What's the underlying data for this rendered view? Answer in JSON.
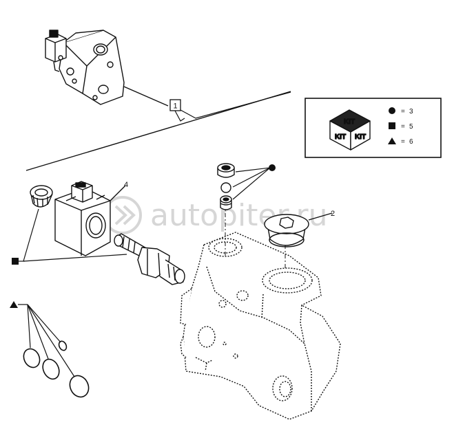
{
  "callouts": {
    "ref_1": "1",
    "ref_2": "2",
    "ref_4": "4"
  },
  "kit_legend": {
    "kit_label_top": "KIT",
    "kit_label_left": "KIT",
    "kit_label_right": "KIT",
    "circle_eq": "=",
    "circle_qty": "3",
    "square_eq": "=",
    "square_qty": "5",
    "triangle_eq": "=",
    "triangle_qty": "6"
  },
  "watermark": {
    "text": "autopiter.ru"
  },
  "colors": {
    "line": "#111111",
    "watermark": "#d6d6d6",
    "background": "#ffffff"
  },
  "icons": [
    "kit-box-icon",
    "circle-symbol-icon",
    "square-symbol-icon",
    "triangle-symbol-icon",
    "watermark-logo-icon"
  ]
}
